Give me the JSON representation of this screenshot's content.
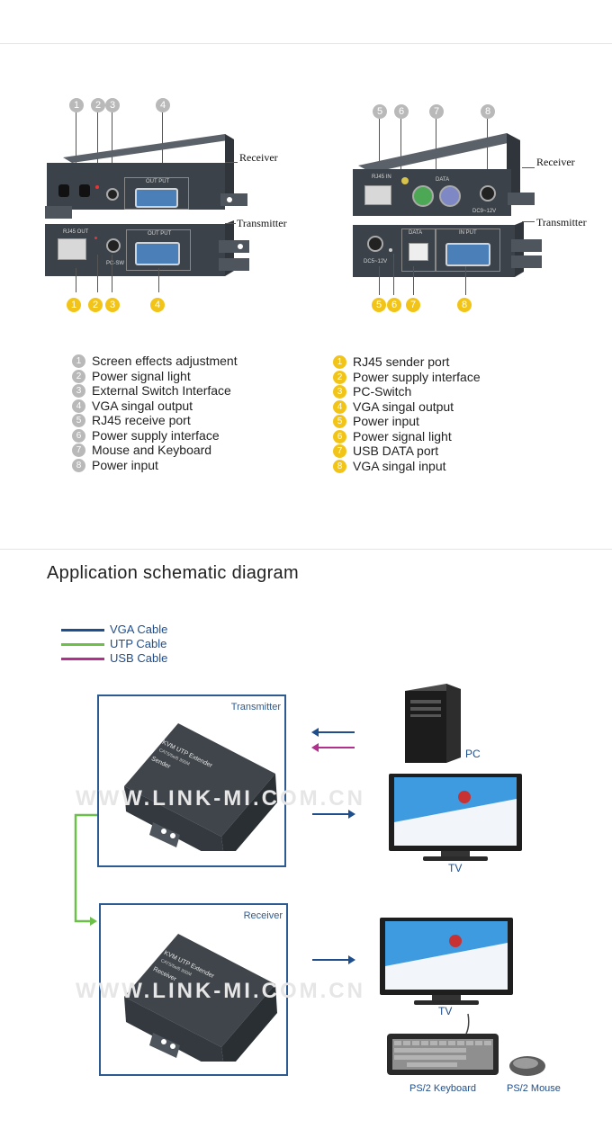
{
  "top_diagram": {
    "left": {
      "receiver_label": "Receiver",
      "transmitter_label": "Transmitter",
      "top_badges": [
        "1",
        "2",
        "3",
        "4"
      ],
      "bottom_badges": [
        "1",
        "2",
        "3",
        "4"
      ],
      "panel": {
        "out_put": "OUT PUT",
        "rj45_out": "RJ45 OUT",
        "pc_sw": "PC-SW",
        "out_put2": "OUT PUT"
      }
    },
    "right": {
      "receiver_label": "Receiver",
      "transmitter_label": "Transmitter",
      "top_badges": [
        "5",
        "6",
        "7",
        "8"
      ],
      "bottom_badges": [
        "5",
        "6",
        "7",
        "8"
      ],
      "panel": {
        "rj45_in": "RJ45 IN",
        "data": "DATA",
        "dc": "DC9~12V",
        "data2": "DATA",
        "in_put": "IN PUT",
        "dc2": "DC5~12V"
      }
    }
  },
  "receiver_list": [
    {
      "num": "1",
      "text": "Screen effects adjustment"
    },
    {
      "num": "2",
      "text": "Power signal light"
    },
    {
      "num": "3",
      "text": "External Switch Interface"
    },
    {
      "num": "4",
      "text": "VGA singal output"
    },
    {
      "num": "5",
      "text": "RJ45 receive port"
    },
    {
      "num": "6",
      "text": "Power supply interface"
    },
    {
      "num": "7",
      "text": "Mouse and Keyboard"
    },
    {
      "num": "8",
      "text": "Power input"
    }
  ],
  "transmitter_list": [
    {
      "num": "1",
      "text": "RJ45 sender port"
    },
    {
      "num": "2",
      "text": "Power supply interface"
    },
    {
      "num": "3",
      "text": "PC-Switch"
    },
    {
      "num": "4",
      "text": "VGA singal output"
    },
    {
      "num": "5",
      "text": "Power input"
    },
    {
      "num": "6",
      "text": "Power signal light"
    },
    {
      "num": "7",
      "text": "USB DATA port"
    },
    {
      "num": "8",
      "text": "VGA singal input"
    }
  ],
  "section_title": "Application schematic diagram",
  "cable_legend": [
    {
      "label": "VGA Cable",
      "color": "#1f4e8c"
    },
    {
      "label": "UTP Cable",
      "color": "#6cc04a"
    },
    {
      "label": "USB Cable",
      "color": "#b0308c"
    }
  ],
  "schematic": {
    "transmitter_frame_label": "Transmitter",
    "receiver_frame_label": "Receiver",
    "watermark": "WWW.LINK-MI.COM.CN",
    "device_top": {
      "line1": "KVM UTP Extender",
      "line2": "CAT5/5e/6 300M",
      "line3": "Sender"
    },
    "device_bottom": {
      "line1": "KVM UTP Extender",
      "line2": "CAT5/5e/6 300M",
      "line3": "Receiver"
    },
    "pc_label": "PC",
    "tv_label_1": "TV",
    "tv_label_2": "TV",
    "keyboard_label": "PS/2 Keyboard",
    "mouse_label": "PS/2 Mouse"
  },
  "colors": {
    "vga": "#1f4e8c",
    "utp": "#6cc04a",
    "usb": "#b0308c",
    "badge_gray": "#b9b9b9",
    "badge_yellow": "#f2c418"
  }
}
